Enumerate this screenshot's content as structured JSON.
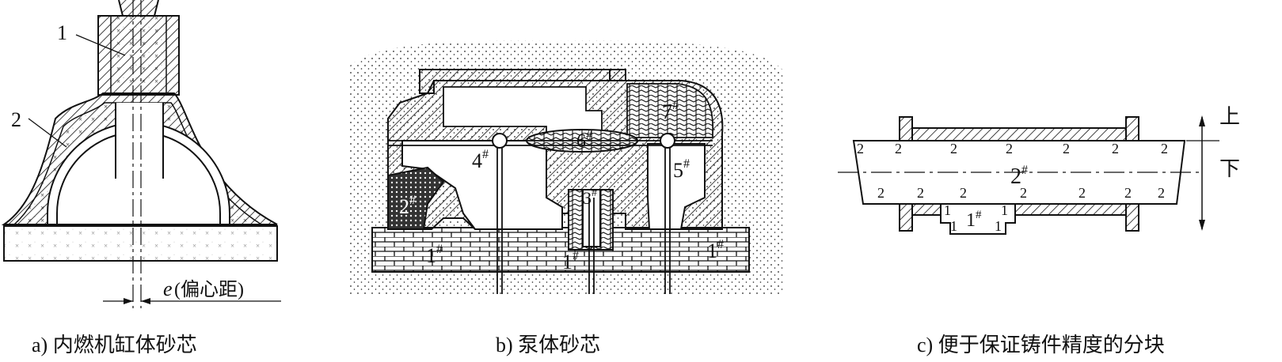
{
  "captions": {
    "a": "a) 内燃机缸体砂芯",
    "b": "b) 泵体砂芯",
    "c": "c) 便于保证铸件精度的分块"
  },
  "panel_a": {
    "label_1": "1",
    "label_2": "2",
    "ecc_e": "e",
    "ecc_text": "(偏心距)"
  },
  "panel_b": {
    "core_1": "1",
    "core_2": "2",
    "core_3": "3",
    "core_4": "4",
    "core_5": "5",
    "core_6": "6",
    "core_7": "7",
    "mark": "#"
  },
  "panel_c": {
    "up": "上",
    "down": "下",
    "core_main": "2",
    "core_bottom": "1",
    "mark": "#",
    "small_2": "2",
    "small_1": "1"
  }
}
